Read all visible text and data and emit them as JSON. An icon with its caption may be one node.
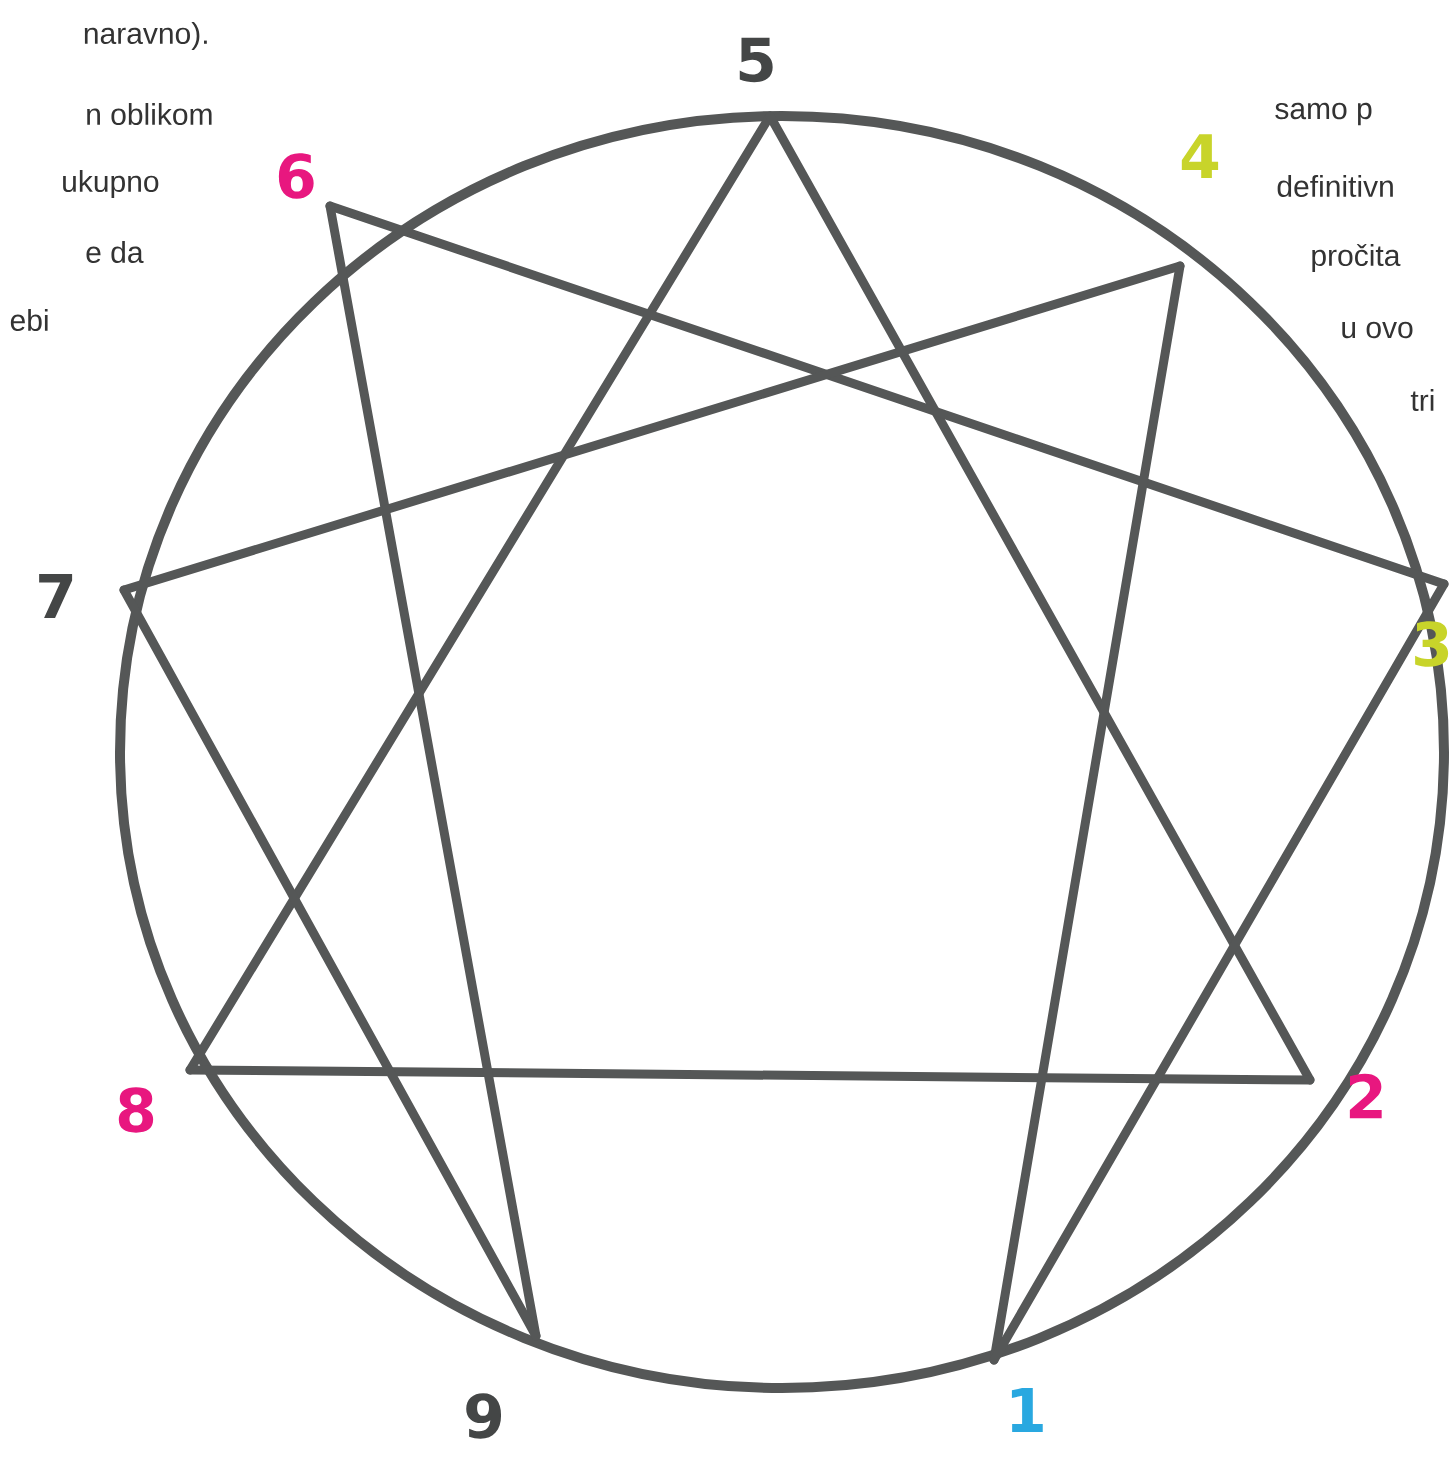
{
  "diagram": {
    "nodes": [
      {
        "text": [
          "5"
        ]
      },
      {
        "text": [
          "6"
        ]
      },
      {
        "text": [
          "4"
        ]
      },
      {
        "text": [
          "7"
        ]
      },
      {
        "text": [
          "3"
        ]
      },
      {
        "text": [
          "8"
        ]
      },
      {
        "text": [
          "2"
        ]
      },
      {
        "text": [
          "9"
        ]
      },
      {
        "text": [
          "1"
        ]
      }
    ],
    "edges": [
      {
        "from": 0,
        "to": 5,
        "arrow": "none"
      },
      {
        "from": 0,
        "to": 6,
        "arrow": "none"
      },
      {
        "from": 5,
        "to": 6,
        "arrow": "none"
      },
      {
        "from": 1,
        "to": 4,
        "arrow": "none"
      },
      {
        "from": 1,
        "to": 7,
        "arrow": "none"
      },
      {
        "from": 2,
        "to": 3,
        "arrow": "none"
      },
      {
        "from": 2,
        "to": 8,
        "arrow": "none"
      },
      {
        "from": 3,
        "to": 7,
        "arrow": "none"
      },
      {
        "from": 8,
        "to": 4,
        "arrow": "none"
      }
    ],
    "labels": [
      "naravno).",
      "n oblikom",
      "ukupno",
      "e da",
      "ebi",
      "samo p",
      "definitivn",
      "pročita",
      "u ovo",
      "tri"
    ]
  }
}
